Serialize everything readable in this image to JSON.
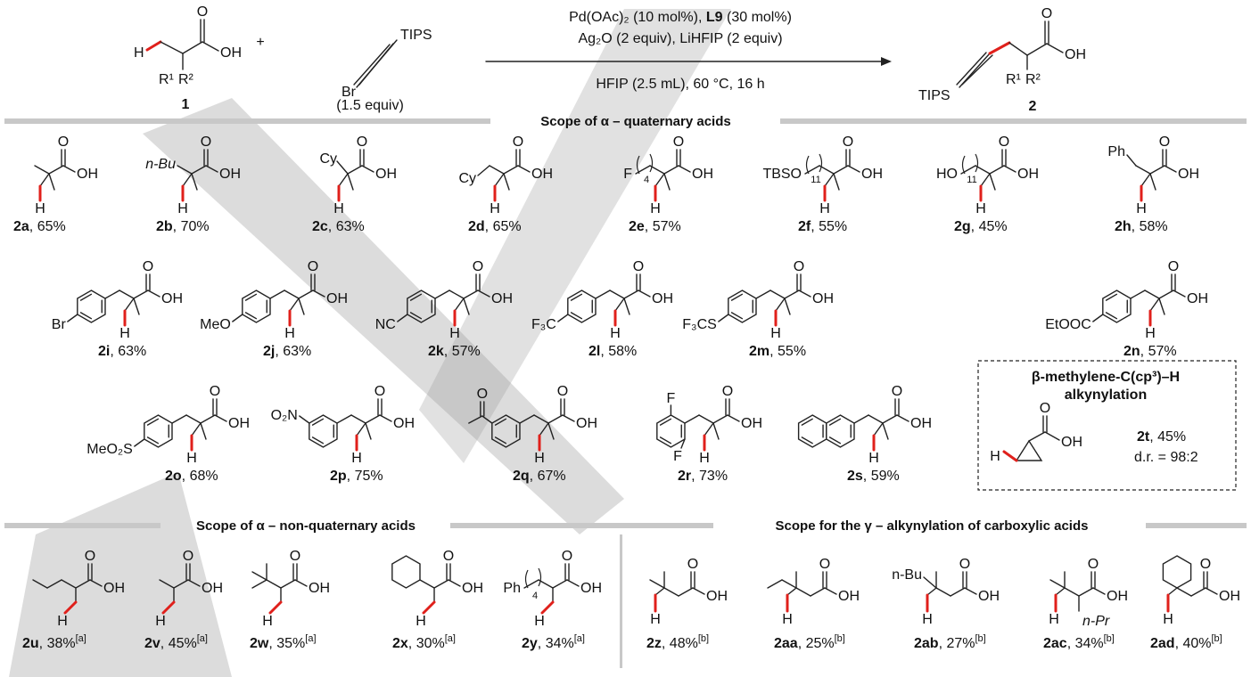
{
  "atoms": {
    "O": "O",
    "OH": "OH",
    "H": "H",
    "plus": "+"
  },
  "reaction": {
    "reactant1": {
      "label": "1",
      "R1": "R¹",
      "R2": "R²"
    },
    "reagent": {
      "Br": "Br",
      "TIPS": "TIPS",
      "equiv": "(1.5 equiv)"
    },
    "conditions": {
      "line1_a": "Pd(OAc)₂ (10 mol%), ",
      "line1_b": "L9",
      "line1_c": " (30 mol%)",
      "line2": "Ag₂O (2 equiv), LiHFIP (2 equiv)",
      "line3": "HFIP (2.5 mL), 60 °C, 16 h"
    },
    "product": {
      "label": "2",
      "TIPS": "TIPS",
      "R1": "R¹",
      "R2": "R²"
    }
  },
  "sections": {
    "quaternary": "Scope of α – quaternary acids",
    "non_quaternary": "Scope of α – non-quaternary acids",
    "gamma": "Scope for the γ – alkynylation of carboxylic acids"
  },
  "compounds": [
    {
      "id": "2a",
      "yield": "65%",
      "note": ""
    },
    {
      "id": "2b",
      "yield": "70%",
      "note": "",
      "sub": "n-Bu"
    },
    {
      "id": "2c",
      "yield": "63%",
      "note": "",
      "sub": "Cy"
    },
    {
      "id": "2d",
      "yield": "65%",
      "note": "",
      "sub": "Cy"
    },
    {
      "id": "2e",
      "yield": "57%",
      "note": "",
      "sub": "F",
      "n": "4"
    },
    {
      "id": "2f",
      "yield": "55%",
      "note": "",
      "sub": "TBSO",
      "n": "11"
    },
    {
      "id": "2g",
      "yield": "45%",
      "note": "",
      "sub": "HO",
      "n": "11"
    },
    {
      "id": "2h",
      "yield": "58%",
      "note": "",
      "sub": "Ph"
    },
    {
      "id": "2i",
      "yield": "63%",
      "note": "",
      "sub": "Br"
    },
    {
      "id": "2j",
      "yield": "63%",
      "note": "",
      "sub": "MeO"
    },
    {
      "id": "2k",
      "yield": "57%",
      "note": "",
      "sub": "NC"
    },
    {
      "id": "2l",
      "yield": "58%",
      "note": "",
      "sub": "F₃C"
    },
    {
      "id": "2m",
      "yield": "55%",
      "note": "",
      "sub": "F₃CS"
    },
    {
      "id": "2n",
      "yield": "57%",
      "note": "",
      "sub": "EtOOC"
    },
    {
      "id": "2o",
      "yield": "68%",
      "note": "",
      "sub": "MeO₂S"
    },
    {
      "id": "2p",
      "yield": "75%",
      "note": "",
      "sub": "O₂N"
    },
    {
      "id": "2q",
      "yield": "67%",
      "note": "",
      "sub": "O"
    },
    {
      "id": "2r",
      "yield": "73%",
      "note": "",
      "sub": "F"
    },
    {
      "id": "2s",
      "yield": "59%",
      "note": ""
    },
    {
      "id": "2t",
      "yield": "45%",
      "note": "",
      "dr": "d.r. = 98:2"
    },
    {
      "id": "2u",
      "yield": "38%",
      "note": "[a]"
    },
    {
      "id": "2v",
      "yield": "45%",
      "note": "[a]"
    },
    {
      "id": "2w",
      "yield": "35%",
      "note": "[a]"
    },
    {
      "id": "2x",
      "yield": "30%",
      "note": "[a]"
    },
    {
      "id": "2y",
      "yield": "34%",
      "note": "[a]",
      "sub": "Ph",
      "n": "4"
    },
    {
      "id": "2z",
      "yield": "48%",
      "note": "[b]"
    },
    {
      "id": "2aa",
      "yield": "25%",
      "note": "[b]"
    },
    {
      "id": "2ab",
      "yield": "27%",
      "note": "[b]",
      "sub": "n-Bu"
    },
    {
      "id": "2ac",
      "yield": "34%",
      "note": "[b]",
      "sub": "n-Pr"
    },
    {
      "id": "2ad",
      "yield": "40%",
      "note": "[b]"
    }
  ],
  "box": {
    "title1": "β-methylene-C(cp³)–H",
    "title2": "alkynylation"
  },
  "colors": {
    "highlight_bond": "#e0201b",
    "section_bar": "#c8c8c8",
    "watermark": "#9a9a9a"
  }
}
